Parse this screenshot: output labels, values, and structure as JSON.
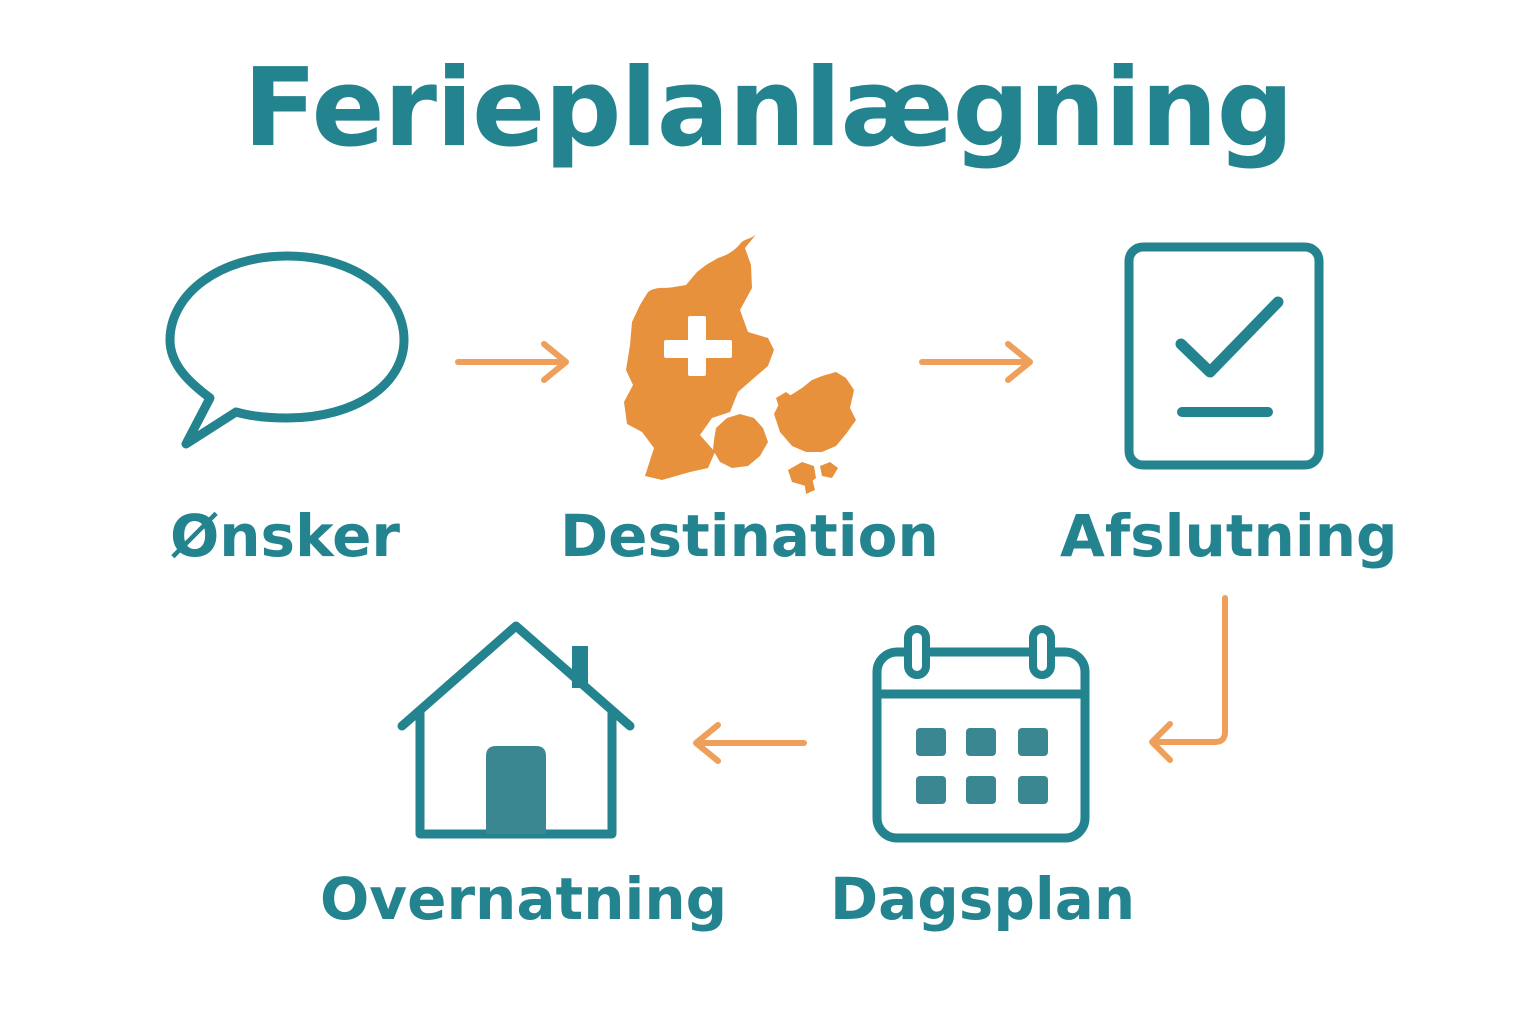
{
  "title": "Ferieplanlægning",
  "colors": {
    "teal": "#23838f",
    "teal_fill": "#3a8792",
    "orange": "#e8913c",
    "arrow": "#ee9f5a",
    "background": "#ffffff"
  },
  "steps": [
    {
      "id": "onsker",
      "label": "Ønsker",
      "icon": "speech-bubble-icon"
    },
    {
      "id": "destination",
      "label": "Destination",
      "icon": "denmark-map-icon"
    },
    {
      "id": "afslutning",
      "label": "Afslutning",
      "icon": "checklist-icon"
    },
    {
      "id": "dagsplan",
      "label": "Dagsplan",
      "icon": "calendar-icon"
    },
    {
      "id": "overnatning",
      "label": "Overnatning",
      "icon": "house-icon"
    }
  ],
  "flow": [
    {
      "from": "onsker",
      "to": "destination"
    },
    {
      "from": "destination",
      "to": "afslutning"
    },
    {
      "from": "afslutning",
      "to": "dagsplan"
    },
    {
      "from": "dagsplan",
      "to": "overnatning"
    }
  ]
}
